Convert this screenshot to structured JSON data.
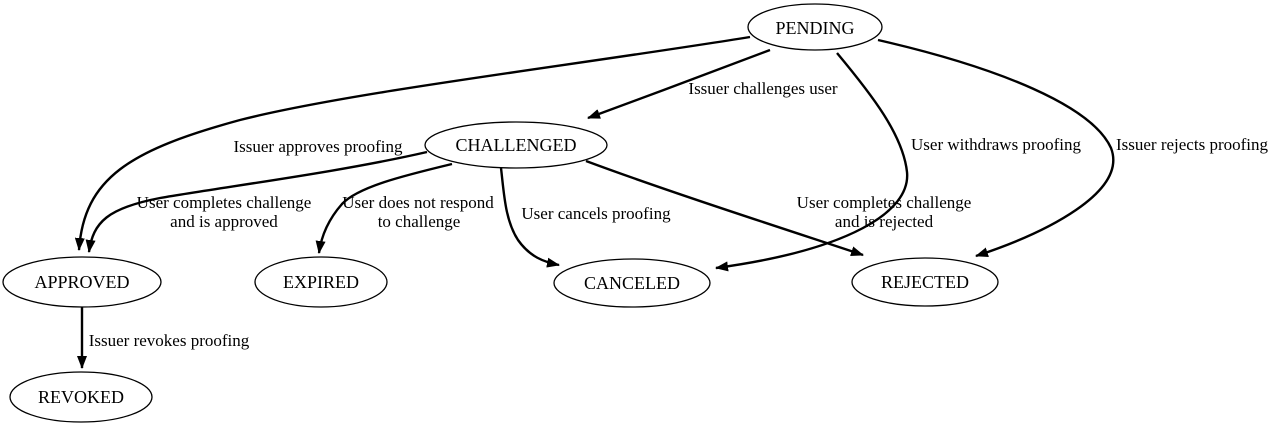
{
  "diagram": {
    "type": "state-machine",
    "background_color": "#ffffff",
    "stroke_color": "#000000",
    "text_color": "#000000",
    "nodes": {
      "pending": {
        "label": "PENDING"
      },
      "challenged": {
        "label": "CHALLENGED"
      },
      "approved": {
        "label": "APPROVED"
      },
      "expired": {
        "label": "EXPIRED"
      },
      "canceled": {
        "label": "CANCELED"
      },
      "rejected": {
        "label": "REJECTED"
      },
      "revoked": {
        "label": "REVOKED"
      }
    },
    "edges": {
      "pending_challenged": {
        "from": "PENDING",
        "to": "CHALLENGED",
        "label": "Issuer challenges user",
        "lines": [
          "Issuer challenges user"
        ]
      },
      "pending_approved": {
        "from": "PENDING",
        "to": "APPROVED",
        "label": "Issuer approves proofing",
        "lines": [
          "Issuer approves proofing"
        ]
      },
      "pending_canceled": {
        "from": "PENDING",
        "to": "CANCELED",
        "label": "User withdraws proofing",
        "lines": [
          "User withdraws proofing"
        ]
      },
      "pending_rejected": {
        "from": "PENDING",
        "to": "REJECTED",
        "label": "Issuer rejects proofing",
        "lines": [
          "Issuer rejects proofing"
        ]
      },
      "challenged_approved": {
        "from": "CHALLENGED",
        "to": "APPROVED",
        "label": "User completes challenge and is approved",
        "lines": [
          "User completes challenge",
          "and is approved"
        ]
      },
      "challenged_expired": {
        "from": "CHALLENGED",
        "to": "EXPIRED",
        "label": "User does not respond to challenge",
        "lines": [
          "User does not respond",
          "to challenge"
        ]
      },
      "challenged_canceled": {
        "from": "CHALLENGED",
        "to": "CANCELED",
        "label": "User cancels proofing",
        "lines": [
          "User cancels proofing"
        ]
      },
      "challenged_rejected": {
        "from": "CHALLENGED",
        "to": "REJECTED",
        "label": "User completes challenge and is rejected",
        "lines": [
          "User completes challenge",
          "and is rejected"
        ]
      },
      "approved_revoked": {
        "from": "APPROVED",
        "to": "REVOKED",
        "label": "Issuer revokes proofing",
        "lines": [
          "Issuer revokes proofing"
        ]
      }
    }
  }
}
